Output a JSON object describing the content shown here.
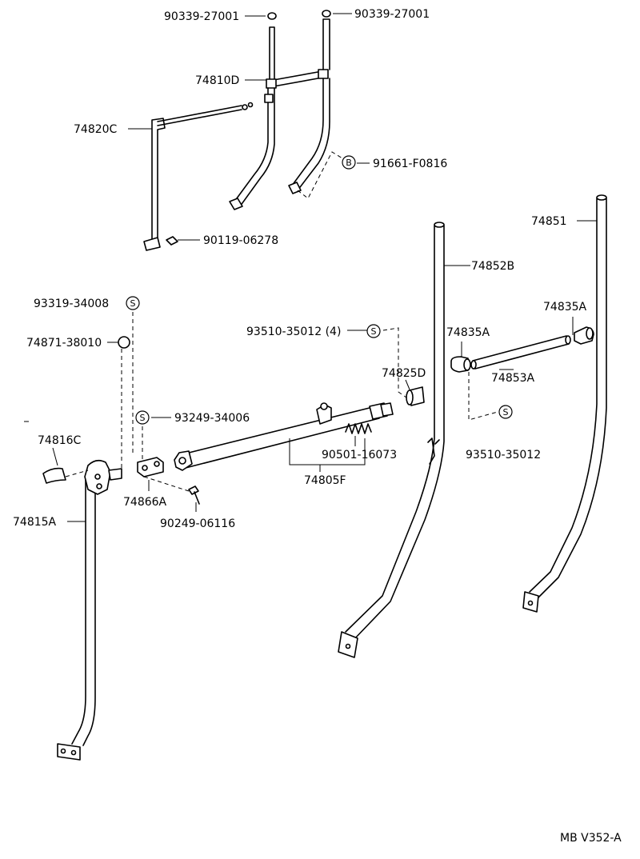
{
  "diagram": {
    "code": "MB V352-A",
    "parts": {
      "p_90339_left": "90339-27001",
      "p_90339_right": "90339-27001",
      "p_74810D": "74810D",
      "p_74820C": "74820C",
      "p_91661": "91661-F0816",
      "p_90119": "90119-06278",
      "p_74851": "74851",
      "p_74852B": "74852B",
      "p_93319": "93319-34008",
      "p_74871": "74871-38010",
      "p_93510_4": "93510-35012 (4)",
      "p_74835A_a": "74835A",
      "p_74835A_b": "74835A",
      "p_74825D": "74825D",
      "p_74853A": "74853A",
      "p_93249": "93249-34006",
      "p_74816C": "74816C",
      "p_90501": "90501-16073",
      "p_93510": "93510-35012",
      "p_74805F": "74805F",
      "p_74866A": "74866A",
      "p_74815A": "74815A",
      "p_90249": "90249-06116"
    },
    "symbols": {
      "b_symbol": "B",
      "s_symbol_1": "S",
      "s_symbol_2": "S",
      "s_symbol_3": "S",
      "s_symbol_4": "S"
    }
  }
}
